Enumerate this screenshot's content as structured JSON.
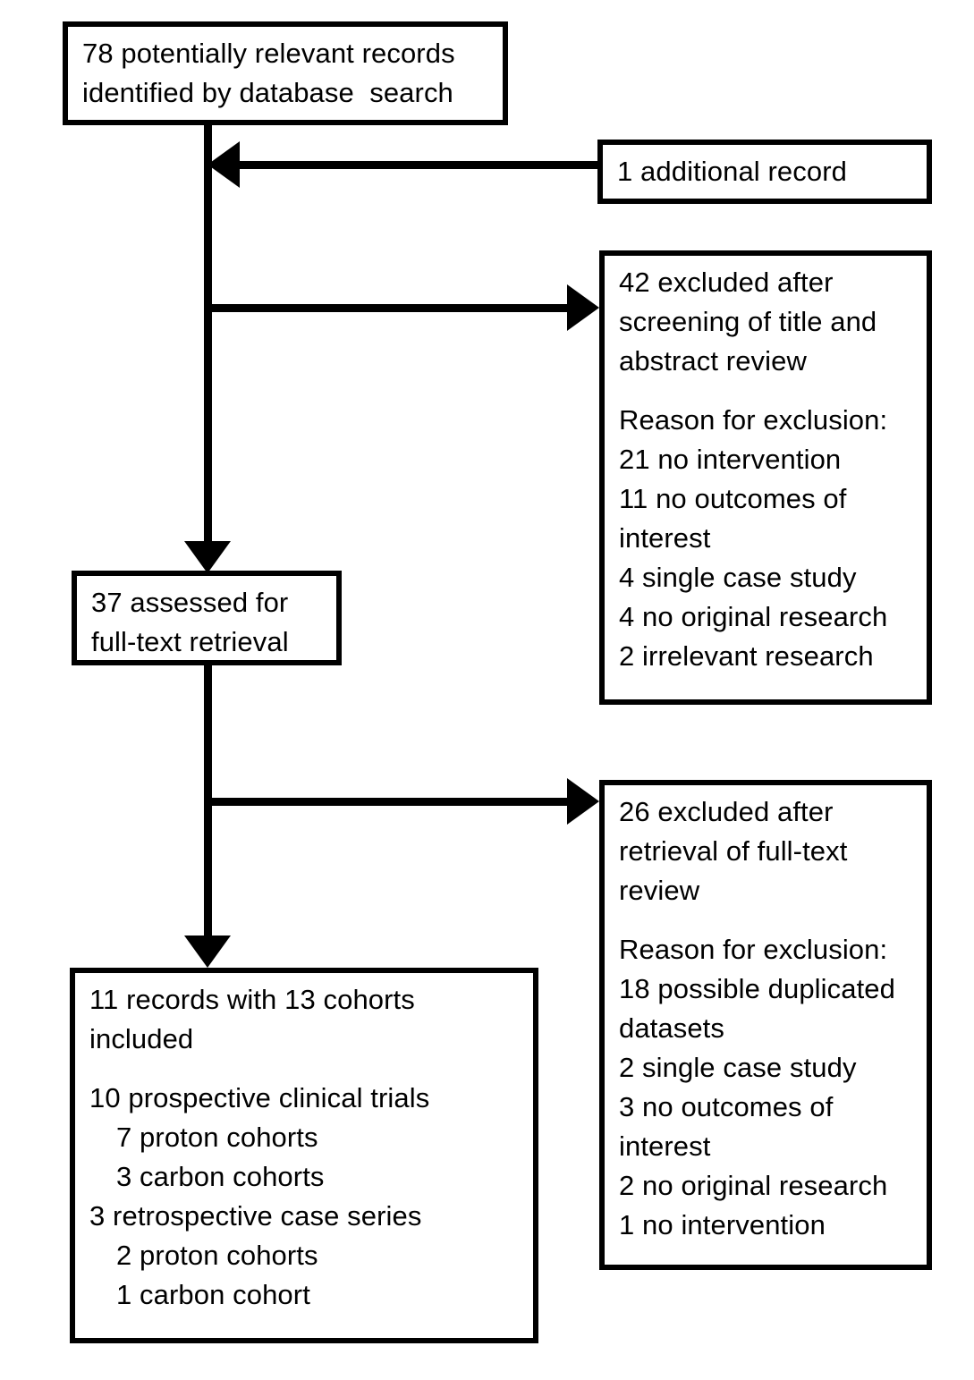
{
  "diagram": {
    "title": "PRISMA study selection flow diagram",
    "colors": {
      "box_border": "#000000",
      "box_fill": "#ffffff",
      "connector": "#000000",
      "text": "#000000"
    },
    "boxes": {
      "identified": {
        "name": "identified-records-box",
        "lines": [
          "78 potentially relevant records",
          "identified by database  search"
        ]
      },
      "additional": {
        "name": "additional-record-box",
        "lines": [
          "1 additional record"
        ]
      },
      "excluded_screening": {
        "name": "excluded-after-screening-box",
        "lines": [
          "42 excluded after",
          "screening of title and",
          "abstract review",
          "",
          "Reason for exclusion:",
          "21 no intervention",
          "11 no outcomes of",
          "interest",
          "4 single case study",
          "4 no original research",
          "2 irrelevant research"
        ]
      },
      "assessed": {
        "name": "assessed-full-text-box",
        "lines": [
          "37 assessed for",
          "full-text retrieval"
        ]
      },
      "excluded_fulltext": {
        "name": "excluded-after-fulltext-box",
        "lines": [
          "26 excluded after",
          "retrieval of full-text",
          "review",
          "",
          "Reason for exclusion:",
          "18 possible duplicated",
          "datasets",
          "2 single case study",
          "3 no outcomes of",
          "interest",
          "2 no original research",
          "1 no intervention"
        ]
      },
      "included": {
        "name": "included-records-box",
        "lines": [
          "11 records with 13 cohorts",
          "included",
          "",
          "10 prospective clinical trials",
          "  7 proton cohorts",
          "  3 carbon cohorts",
          "3 retrospective case series",
          "  2 proton cohorts",
          "  1 carbon cohort"
        ],
        "indented_line_indices": [
          4,
          5,
          7,
          8
        ]
      }
    },
    "connectors": [
      {
        "name": "additional-to-spine-arrow",
        "from": "additional",
        "to": "identified-spine",
        "direction": "left",
        "icon": "arrow-left-icon"
      },
      {
        "name": "spine-to-excluded-screening-arrow",
        "from": "identified-spine",
        "to": "excluded_screening",
        "direction": "right",
        "icon": "arrow-right-icon"
      },
      {
        "name": "spine-to-assessed-arrow",
        "from": "identified-spine",
        "to": "assessed",
        "direction": "down",
        "icon": "arrow-down-icon"
      },
      {
        "name": "spine-to-excluded-fulltext-arrow",
        "from": "assessed-spine",
        "to": "excluded_fulltext",
        "direction": "right",
        "icon": "arrow-right-icon"
      },
      {
        "name": "spine-to-included-arrow",
        "from": "assessed-spine",
        "to": "included",
        "direction": "down",
        "icon": "arrow-down-icon"
      }
    ]
  }
}
